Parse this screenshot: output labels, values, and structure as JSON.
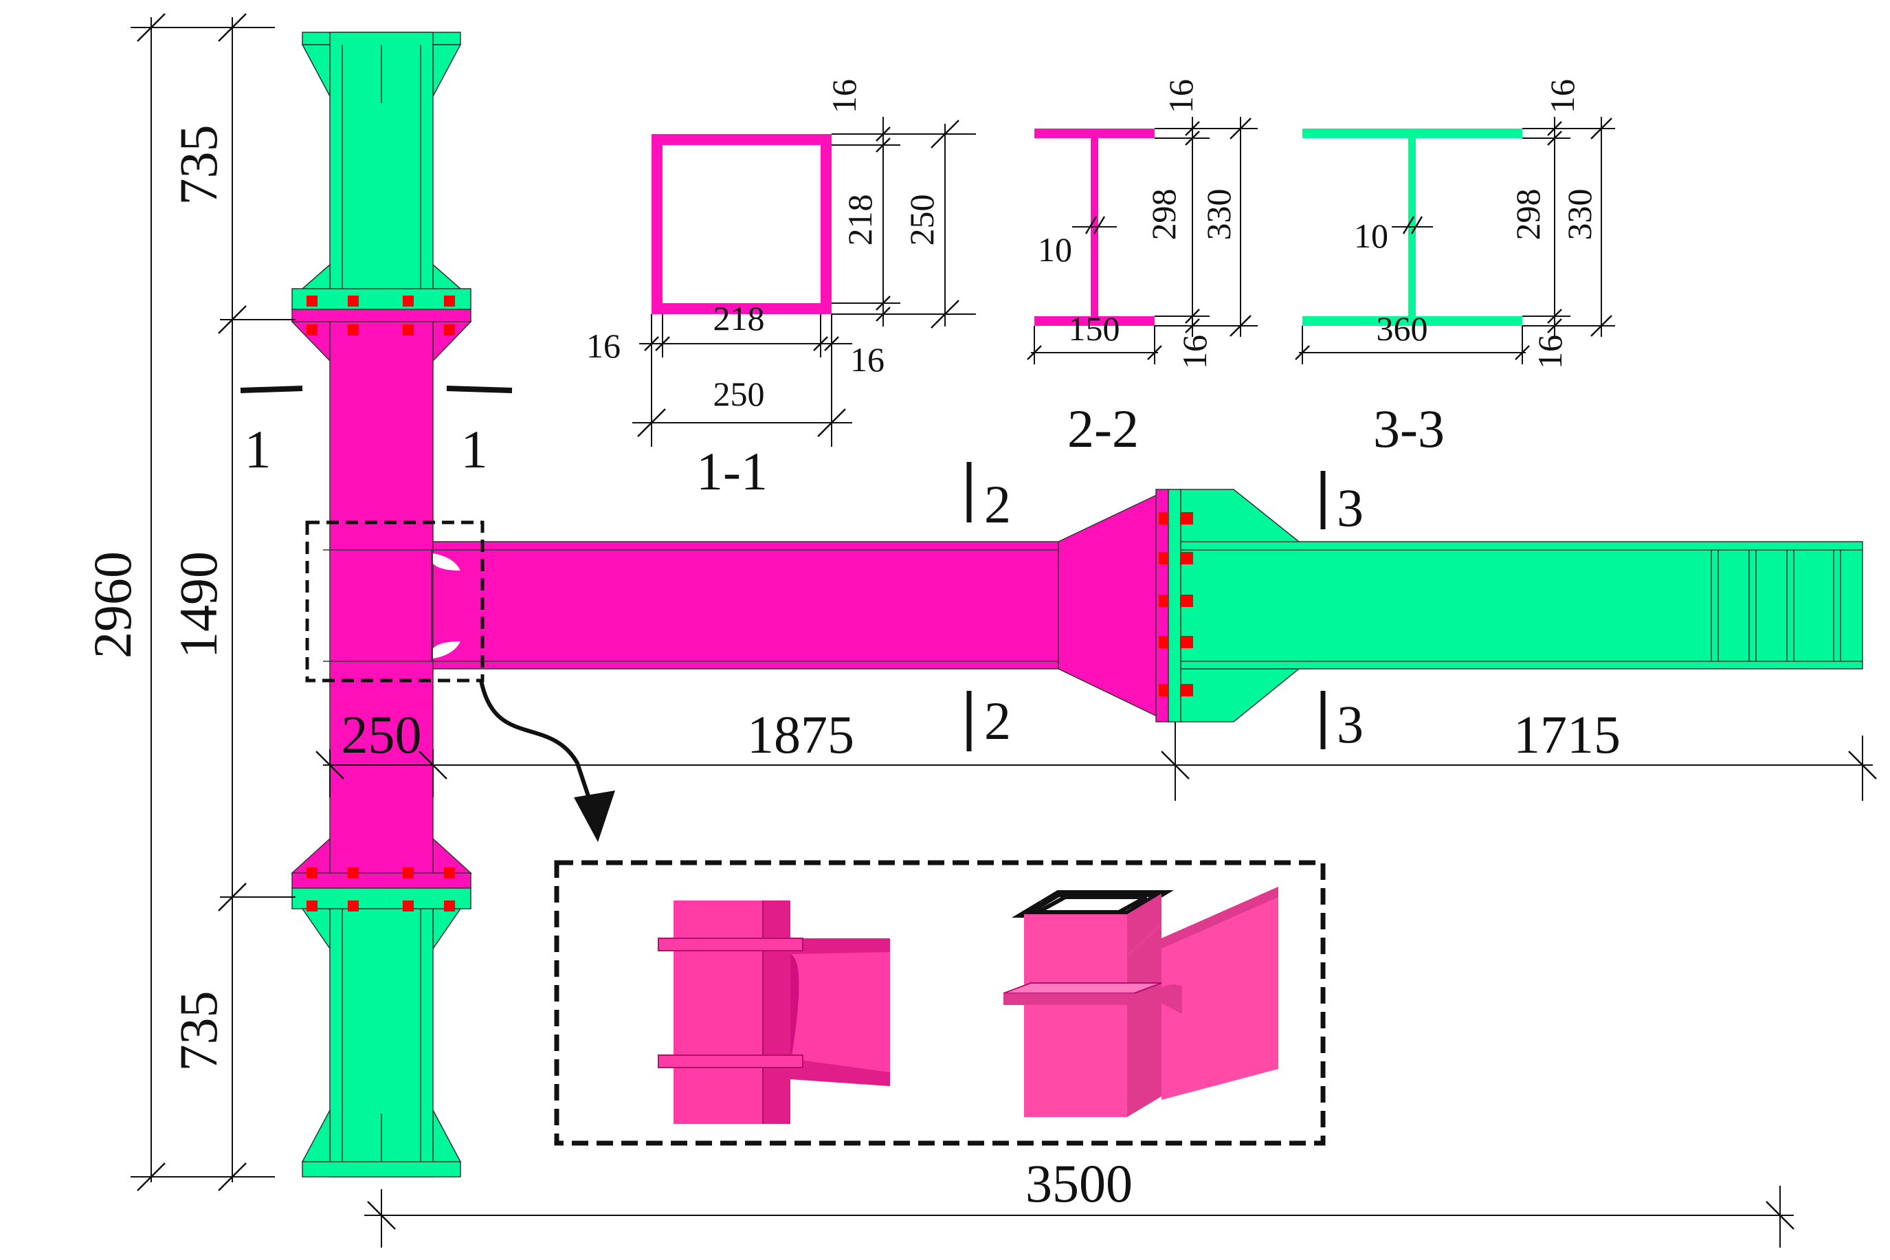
{
  "colors": {
    "magenta": "#ff10b8",
    "magenta_dark": "#d90f9e",
    "green": "#00f79a",
    "green_dark": "#07c47c",
    "bolt": "#ff0000",
    "render_pink": "#ff3ca6",
    "render_pink_dark": "#e01d88"
  },
  "dimensions": {
    "top_column": "735",
    "middle_column": "1490",
    "bottom_column": "735",
    "total_height": "2960",
    "column_width": "250",
    "beam_near": "1875",
    "beam_far": "1715",
    "total_length": "3500"
  },
  "section_marks": {
    "s1_left": "1",
    "s1_right": "1",
    "s2_top": "2",
    "s2_bottom": "2",
    "s3_top": "3",
    "s3_bottom": "3"
  },
  "sections": {
    "s1": {
      "title": "1-1",
      "outer_width": "250",
      "inner_width": "218",
      "left_wall": "16",
      "right_wall": "16",
      "top_wall": "16",
      "inner_height": "218",
      "outer_height": "250"
    },
    "s2": {
      "title": "2-2",
      "flange_width": "150",
      "web": "10",
      "top_flange": "16",
      "bottom_flange": "16",
      "web_height": "298",
      "depth": "330"
    },
    "s3": {
      "title": "3-3",
      "flange_width": "360",
      "web": "10",
      "top_flange": "16",
      "bottom_flange": "16",
      "web_height": "298",
      "depth": "330"
    }
  }
}
